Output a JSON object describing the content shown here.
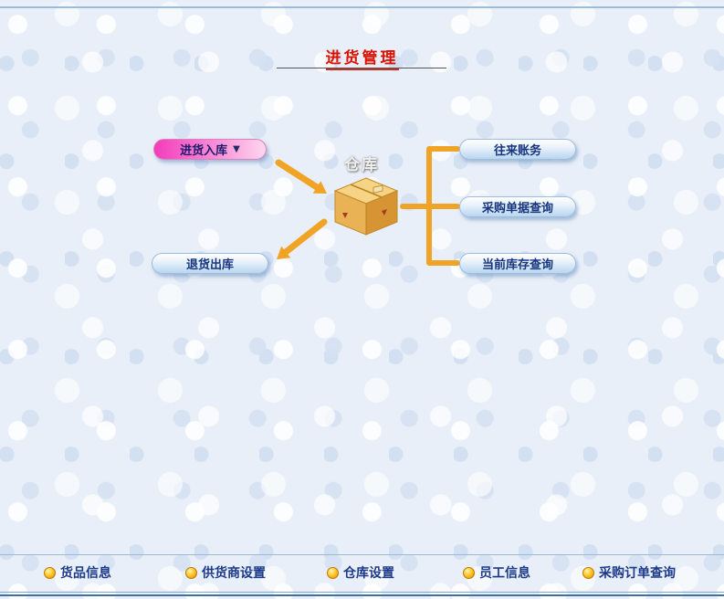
{
  "page": {
    "title": "进货管理"
  },
  "diagram": {
    "warehouse_label": "仓库",
    "inbound_button": {
      "label": "进货入库",
      "dropdown_icon": "▼"
    },
    "outbound_button": {
      "label": "退货出库"
    },
    "right_buttons": [
      {
        "label": "往来账务"
      },
      {
        "label": "采购单据查询"
      },
      {
        "label": "当前库存查询"
      }
    ]
  },
  "bottom_menu": {
    "items": [
      {
        "label": "货品信息"
      },
      {
        "label": "供货商设置"
      },
      {
        "label": "仓库设置"
      },
      {
        "label": "员工信息"
      },
      {
        "label": "采购订单查询"
      }
    ]
  },
  "colors": {
    "title_red": "#dd1100",
    "button_text_navy": "#16357e",
    "accent_orange": "#f0a426",
    "pink_button": "#f23cba",
    "menu_icon_gold": "#ffc92e"
  }
}
